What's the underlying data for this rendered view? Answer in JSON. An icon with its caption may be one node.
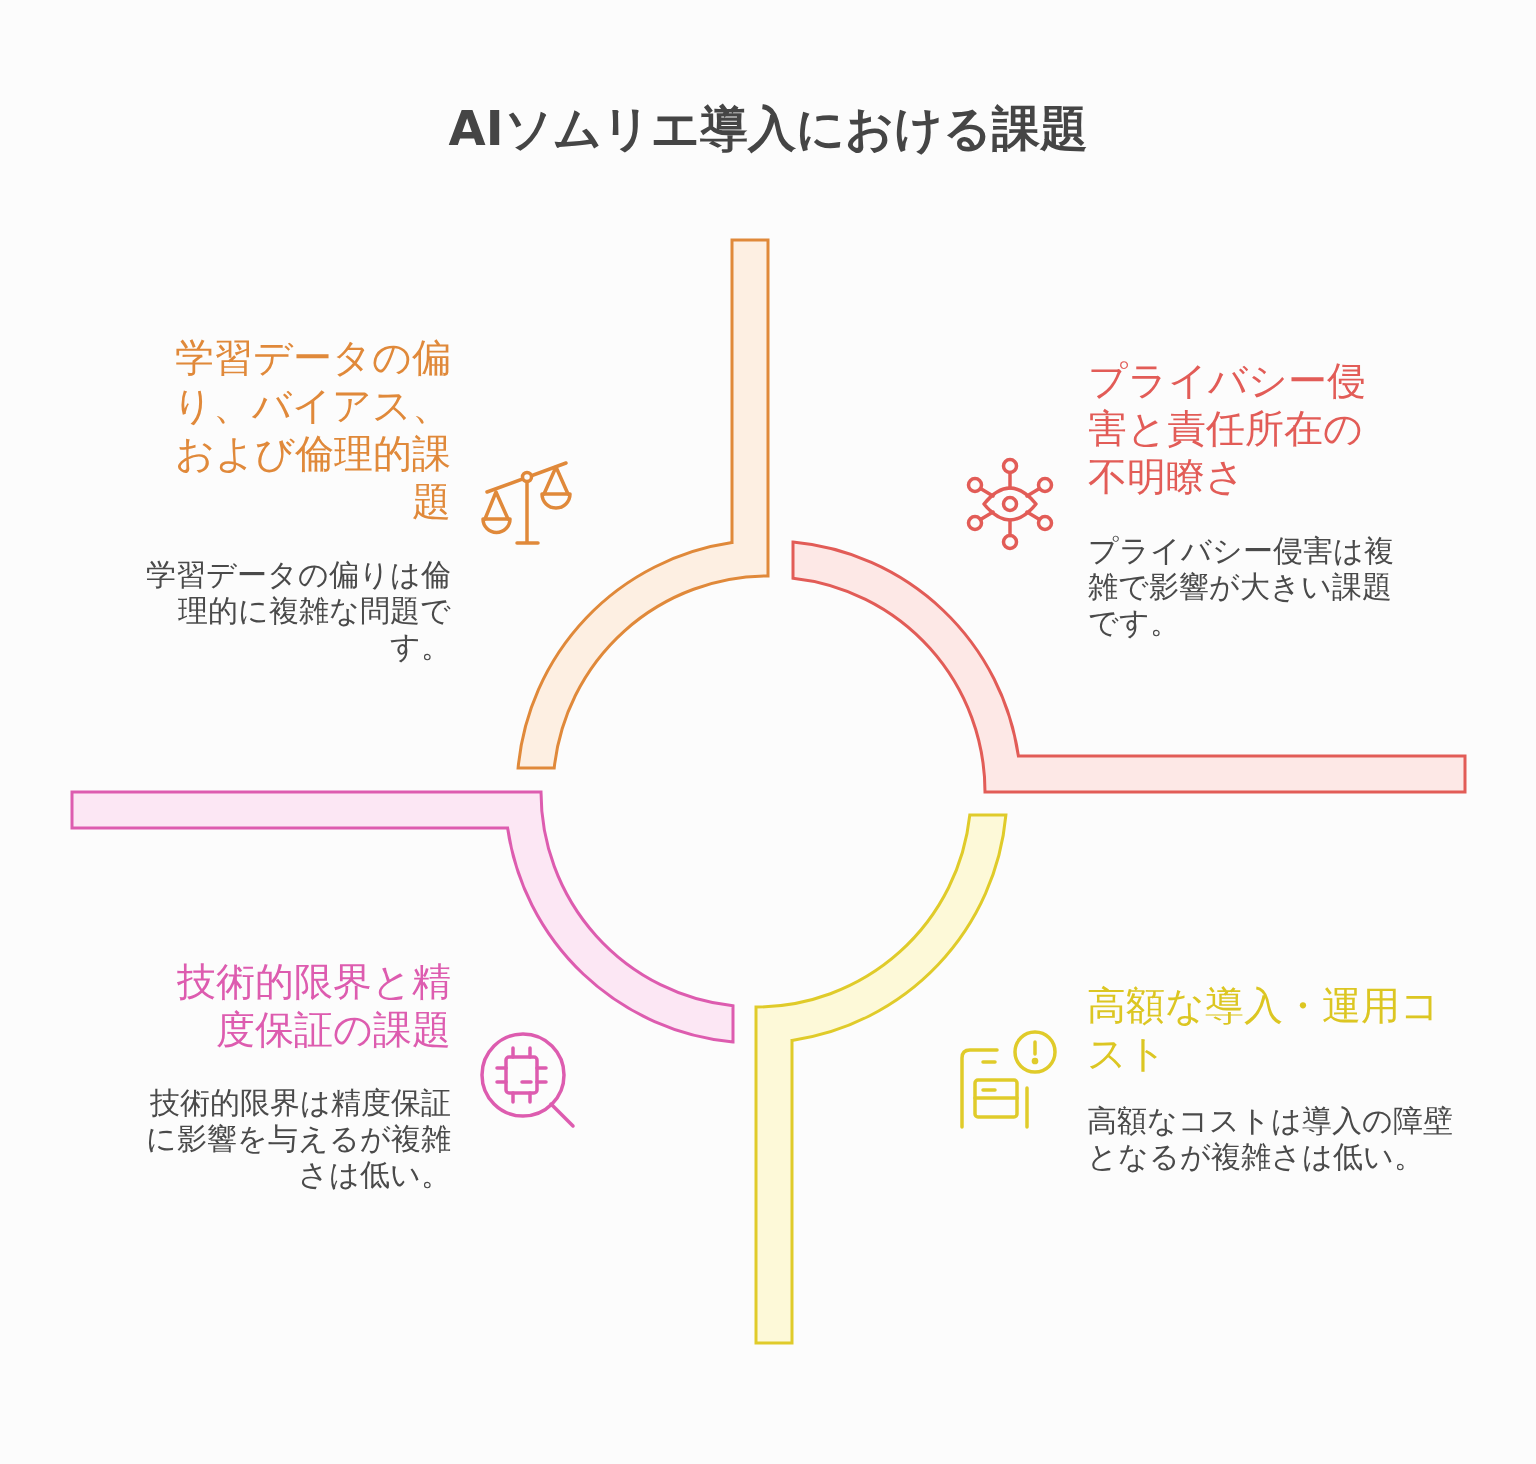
{
  "diagram": {
    "title": "AIソムリエ導入における課題",
    "nodes": [
      {
        "text": [
          "学習データの偏り、バイアス、および倫理的課題",
          "学習データの偏りは倫理的に複雑な問題です。"
        ]
      },
      {
        "text": [
          "プライバシー侵害と責任所在の不明瞭さ",
          "プライバシー侵害は複雑で影響が大きい課題です。"
        ]
      },
      {
        "text": [
          "技術的限界と精度保証の課題",
          "技術的限界は精度保証に影響を与えるが複雑さは低い。"
        ]
      },
      {
        "text": [
          "高額な導入・運用コスト",
          "高額なコストは導入の障壁となるが複雑さは低い。"
        ]
      }
    ]
  }
}
